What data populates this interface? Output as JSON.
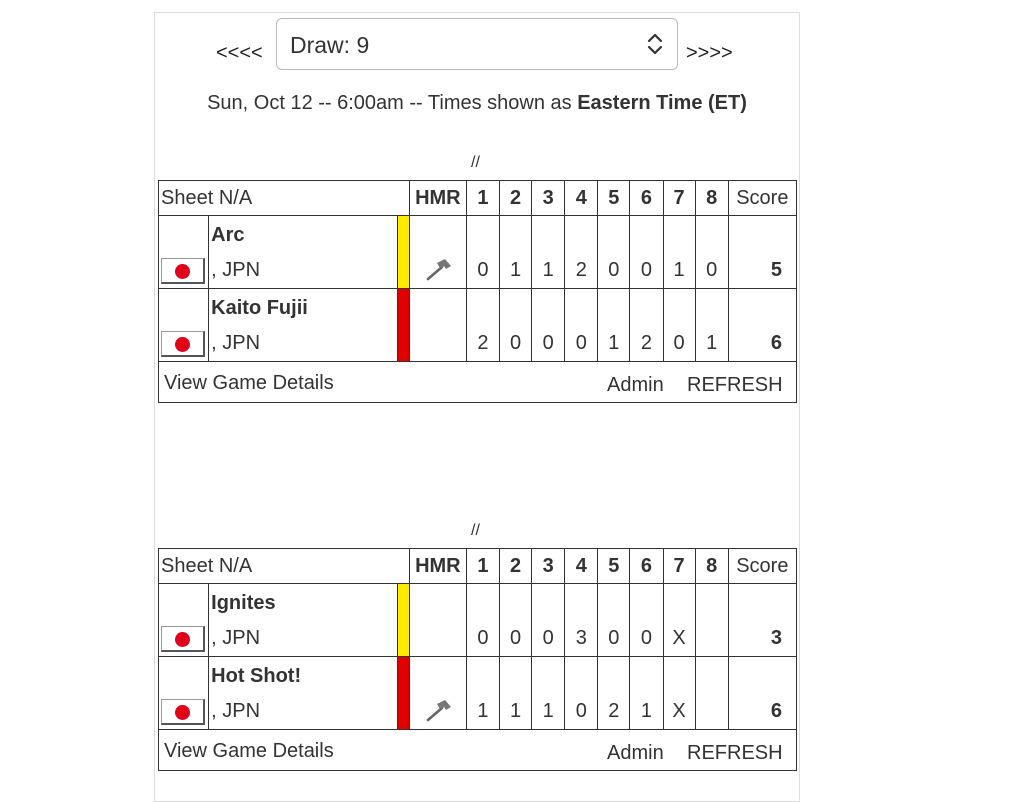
{
  "nav": {
    "prev_label": "<<<<",
    "next_label": ">>>>",
    "draw_select_value": "Draw: 9"
  },
  "header": {
    "date_time": "Sun, Oct 12 -- 6:00am -- Times shown as ",
    "timezone": "Eastern Time (ET)"
  },
  "games": [
    {
      "separator": "//",
      "sheet": "Sheet N/A",
      "hmr_label": "HMR",
      "end_labels": [
        "1",
        "2",
        "3",
        "4",
        "5",
        "6",
        "7",
        "8"
      ],
      "score_label": "Score",
      "teams": [
        {
          "name": "Arc",
          "country": ", JPN",
          "stone_color": "#ffea00",
          "hammer": true,
          "ends": [
            "0",
            "1",
            "1",
            "2",
            "0",
            "0",
            "1",
            "0"
          ],
          "total": "5"
        },
        {
          "name": "Kaito Fujii",
          "country": ", JPN",
          "stone_color": "#e00000",
          "hammer": false,
          "ends": [
            "2",
            "0",
            "0",
            "0",
            "1",
            "2",
            "0",
            "1"
          ],
          "total": "6"
        }
      ],
      "details_label": "View Game Details",
      "admin_label": "Admin",
      "refresh_label": "REFRESH"
    },
    {
      "separator": "//",
      "sheet": "Sheet N/A",
      "hmr_label": "HMR",
      "end_labels": [
        "1",
        "2",
        "3",
        "4",
        "5",
        "6",
        "7",
        "8"
      ],
      "score_label": "Score",
      "teams": [
        {
          "name": "Ignites",
          "country": ", JPN",
          "stone_color": "#ffea00",
          "hammer": false,
          "ends": [
            "0",
            "0",
            "0",
            "3",
            "0",
            "0",
            "X",
            ""
          ],
          "total": "3"
        },
        {
          "name": "Hot Shot!",
          "country": ", JPN",
          "stone_color": "#e00000",
          "hammer": true,
          "ends": [
            "1",
            "1",
            "1",
            "0",
            "2",
            "1",
            "X",
            ""
          ],
          "total": "6"
        }
      ],
      "details_label": "View Game Details",
      "admin_label": "Admin",
      "refresh_label": "REFRESH"
    }
  ],
  "icons": {
    "hammer": "hammer-icon",
    "flag": "japan-flag-icon",
    "chevron": "chevron-up-down-icon"
  }
}
